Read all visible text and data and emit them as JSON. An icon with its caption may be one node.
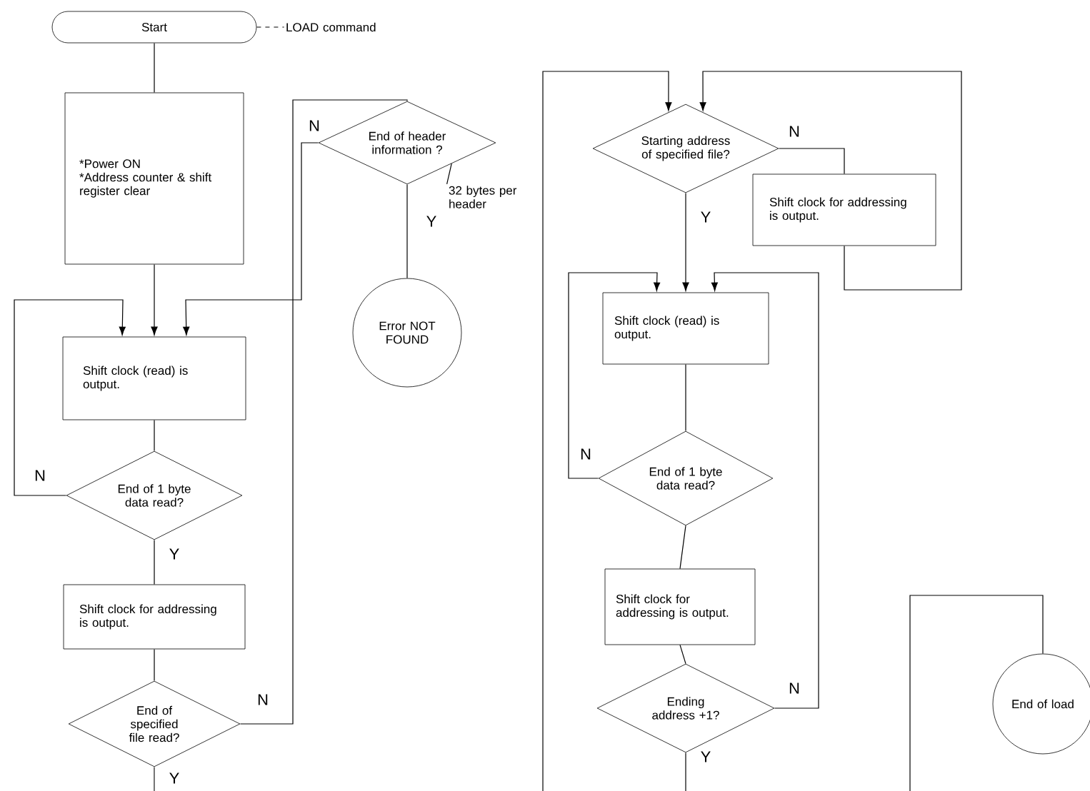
{
  "diagram": {
    "nodes": [
      {
        "text": [
          "Start"
        ]
      },
      {
        "text": [
          "LOAD command"
        ]
      },
      {
        "text": [
          "*Power ON",
          "*Address counter & shift register clear"
        ]
      },
      {
        "text": [
          "Shift clock (read) is output."
        ]
      },
      {
        "text": [
          "End of 1 byte data read?"
        ]
      },
      {
        "text": [
          "Shift clock for addressing is output."
        ]
      },
      {
        "text": [
          "End of specified file read?"
        ]
      },
      {
        "text": [
          "End of header information ?"
        ]
      },
      {
        "text": [
          "32 bytes per header"
        ]
      },
      {
        "text": [
          "Error NOT FOUND"
        ]
      },
      {
        "text": [
          "Starting address of specified file?"
        ]
      },
      {
        "text": [
          "Shift clock for addressing is output."
        ]
      },
      {
        "text": [
          "Shift clock (read) is output."
        ]
      },
      {
        "text": [
          "End of 1 byte data read?"
        ]
      },
      {
        "text": [
          "Shift clock for addressing is output."
        ]
      },
      {
        "text": [
          "Ending address +1?"
        ]
      },
      {
        "text": [
          "End of load"
        ]
      }
    ],
    "edges": [
      {
        "from": 0,
        "to": 2,
        "arrow": "none"
      },
      {
        "from": 0,
        "to": 1,
        "arrow": "none",
        "style": "dashed"
      },
      {
        "from": 2,
        "to": 3,
        "arrow": "to"
      },
      {
        "from": 3,
        "to": 4,
        "arrow": "none"
      },
      {
        "from": 4,
        "to": 3,
        "arrow": "to",
        "label": "N"
      },
      {
        "from": 4,
        "to": 5,
        "arrow": "none",
        "label": "Y"
      },
      {
        "from": 5,
        "to": 6,
        "arrow": "none"
      },
      {
        "from": 6,
        "to": 7,
        "arrow": "none",
        "label": "N"
      },
      {
        "from": 7,
        "to": 9,
        "arrow": "none",
        "label": "Y"
      },
      {
        "from": 7,
        "to": 3,
        "arrow": "to",
        "label": "N"
      },
      {
        "from": 8,
        "to": 7,
        "arrow": "none"
      },
      {
        "from": 6,
        "to": null,
        "arrow": "none",
        "label": "Y"
      },
      {
        "from": null,
        "to": 10,
        "arrow": "to"
      },
      {
        "from": 10,
        "to": 11,
        "arrow": "none",
        "label": "N"
      },
      {
        "from": 11,
        "to": 10,
        "arrow": "to"
      },
      {
        "from": 10,
        "to": 12,
        "arrow": "to",
        "label": "Y"
      },
      {
        "from": 12,
        "to": 13,
        "arrow": "none"
      },
      {
        "from": 13,
        "to": 12,
        "arrow": "to",
        "label": "N"
      },
      {
        "from": 13,
        "to": 14,
        "arrow": "none"
      },
      {
        "from": 14,
        "to": 15,
        "arrow": "none"
      },
      {
        "from": 15,
        "to": 12,
        "arrow": "to",
        "label": "N"
      },
      {
        "from": 15,
        "to": null,
        "arrow": "none",
        "label": "Y"
      },
      {
        "from": null,
        "to": 16,
        "arrow": "none"
      }
    ]
  }
}
